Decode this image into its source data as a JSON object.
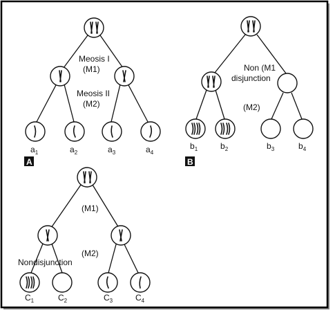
{
  "panels": {
    "a": {
      "tag": "A",
      "labels": {
        "meiosis1": "Meosis I",
        "m1": "(M1)",
        "meiosis2": "Meosis II",
        "m2": "(M2)"
      },
      "gametes": [
        {
          "base": "a",
          "sub": "1"
        },
        {
          "base": "a",
          "sub": "2"
        },
        {
          "base": "a",
          "sub": "3"
        },
        {
          "base": "a",
          "sub": "4"
        }
      ]
    },
    "b": {
      "tag": "B",
      "labels": {
        "nondisjunction1": "Non (M1",
        "nondisjunction2": "disjunction",
        "m2": "(M2)"
      },
      "gametes": [
        {
          "base": "b",
          "sub": "1"
        },
        {
          "base": "b",
          "sub": "2"
        },
        {
          "base": "b",
          "sub": "3"
        },
        {
          "base": "b",
          "sub": "4"
        }
      ]
    },
    "c": {
      "labels": {
        "m1": "(M1)",
        "m2": "(M2)",
        "nondisjunction": "Nondisjunction"
      },
      "gametes": [
        {
          "base": "C",
          "sub": "1"
        },
        {
          "base": "C",
          "sub": "2"
        },
        {
          "base": "C",
          "sub": "3"
        },
        {
          "base": "C",
          "sub": "4"
        }
      ]
    }
  },
  "colors": {
    "ink": "#111111",
    "frame": "#000000",
    "background": "#ffffff"
  }
}
